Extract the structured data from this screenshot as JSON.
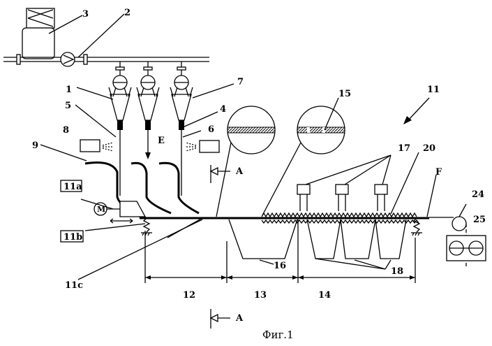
{
  "caption": "Фиг.1",
  "labels": {
    "l1": "1",
    "l2": "2",
    "l3": "3",
    "l4": "4",
    "l5": "5",
    "l6": "6",
    "l7": "7",
    "l8": "8",
    "l9": "9",
    "l11": "11",
    "l11a": "11a",
    "l11b": "11b",
    "l11c": "11c",
    "l12": "12",
    "l13": "13",
    "l14": "14",
    "l15": "15",
    "l16": "16",
    "l17": "17",
    "l18": "18",
    "l20": "20",
    "l24": "24",
    "l25": "25",
    "E": "E",
    "F": "F",
    "A_top": "A",
    "A_bottom": "A",
    "motor": "M"
  }
}
